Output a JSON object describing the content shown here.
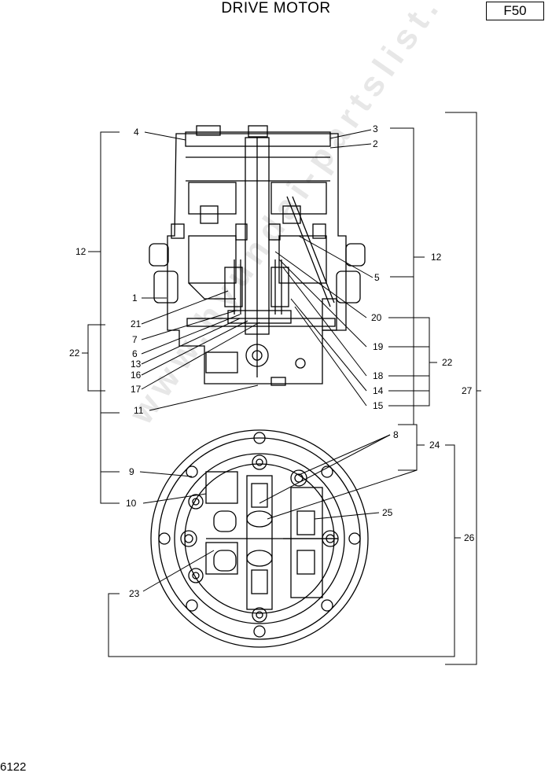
{
  "header": {
    "title": "DRIVE MOTOR",
    "page_code": "F50"
  },
  "footer": {
    "doc_number": "6122"
  },
  "watermark": {
    "text": "www.hyundai-partslist.com"
  },
  "callouts": {
    "n1": "1",
    "n2": "2",
    "n3": "3",
    "n4": "4",
    "n5": "5",
    "n6": "6",
    "n7": "7",
    "n8": "8",
    "n9": "9",
    "n10": "10",
    "n11": "11",
    "n12a": "12",
    "n12b": "12",
    "n13": "13",
    "n14": "14",
    "n15": "15",
    "n16": "16",
    "n17": "17",
    "n18": "18",
    "n19": "19",
    "n20": "20",
    "n21": "21",
    "n22a": "22",
    "n22b": "22",
    "n23": "23",
    "n24": "24",
    "n25": "25",
    "n26": "26",
    "n27": "27"
  }
}
